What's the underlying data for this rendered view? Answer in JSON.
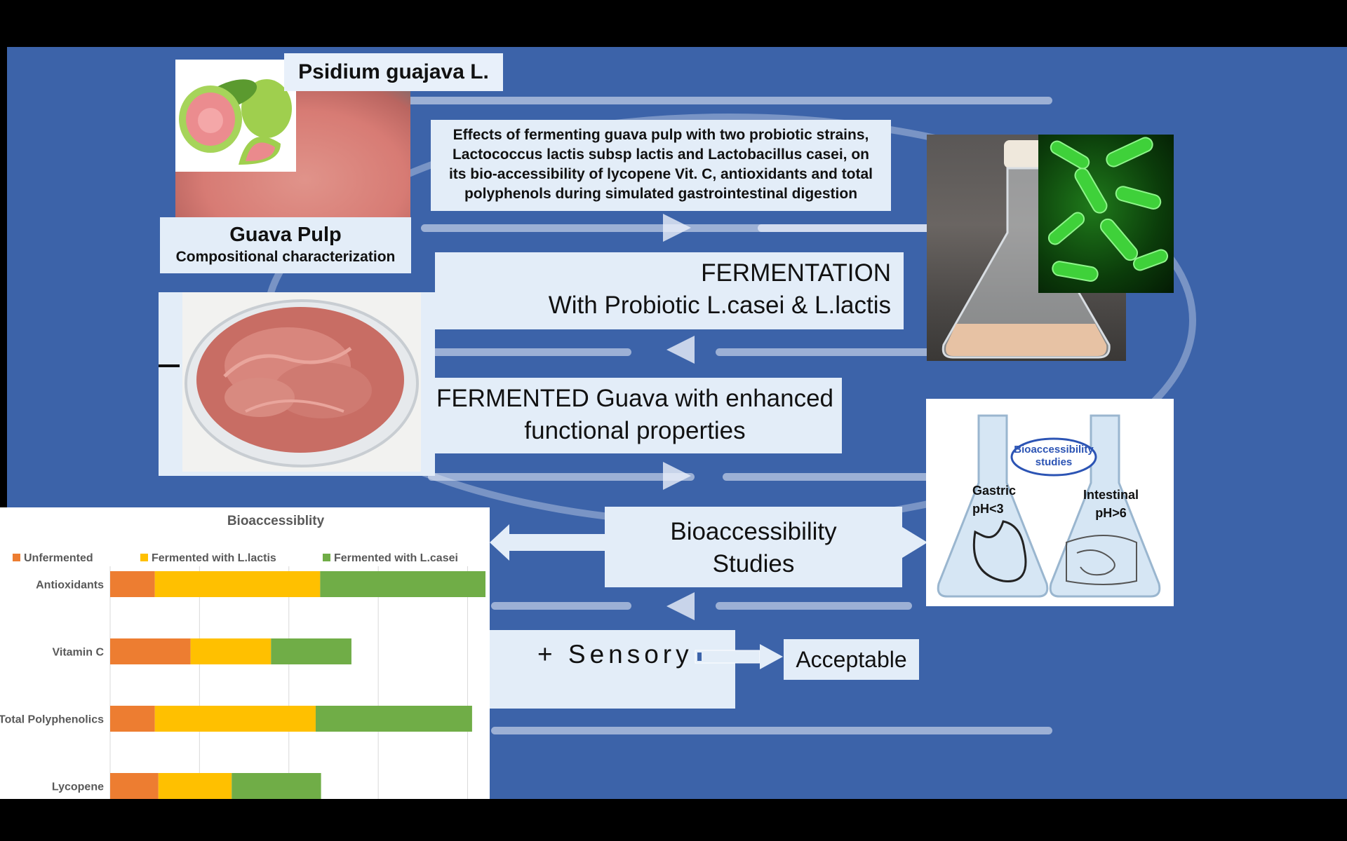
{
  "title_species": "Psidium guajava L.",
  "objective_text": "Effects of fermenting guava pulp with two probiotic  strains, Lactococcus lactis subsp lactis and Lactobacillus casei, on its bio-accessibility of lycopene Vit. C, antioxidants and total polyphenols during simulated gastrointestinal digestion",
  "pulp_box": {
    "title": "Guava Pulp",
    "subtitle": "Compositional characterization"
  },
  "fermentation_box": {
    "line1": "FERMENTATION",
    "line2": "With Probiotic L.casei & L.lactis"
  },
  "fermented_box": {
    "line1": "FERMENTED Guava with enhanced",
    "line2": "functional properties"
  },
  "bioaccess_box": {
    "line1": "Bioaccessibility",
    "line2": "Studies"
  },
  "sensory_box": {
    "label": "+ Sensory"
  },
  "acceptable_box": {
    "label": "Acceptable"
  },
  "flask_diagram": {
    "bubble_line1": "Bioaccessibility",
    "bubble_line2": "studies",
    "gastric_line1": "Gastric",
    "gastric_line2": "pH<3",
    "intestinal_line1": "Intestinal",
    "intestinal_line2": "pH>6"
  },
  "colors": {
    "background": "#3c63a9",
    "box_fill": "#e3edf8",
    "unfermented": "#ed7d31",
    "lactis": "#ffc000",
    "casei": "#70ad47",
    "bacteria_green": "#3fd13a",
    "guava_pink": "#d77b74"
  },
  "chart_data": {
    "type": "bar",
    "orientation": "horizontal",
    "stacked": true,
    "title": "Bioaccessiblity",
    "categories": [
      "Antioxidants",
      "Vitamin C",
      "Total Polyphenolics",
      "Lycopene"
    ],
    "series": [
      {
        "name": "Unfermented",
        "values": [
          5,
          9,
          5,
          5.4
        ]
      },
      {
        "name": "Fermented with L.lactis",
        "values": [
          18.5,
          9,
          18,
          8.2
        ]
      },
      {
        "name": "Fermented with L.casei",
        "values": [
          18.5,
          9,
          17.5,
          10
        ]
      }
    ],
    "xlim": [
      0,
      42
    ],
    "grid": true,
    "legend_position": "top"
  }
}
